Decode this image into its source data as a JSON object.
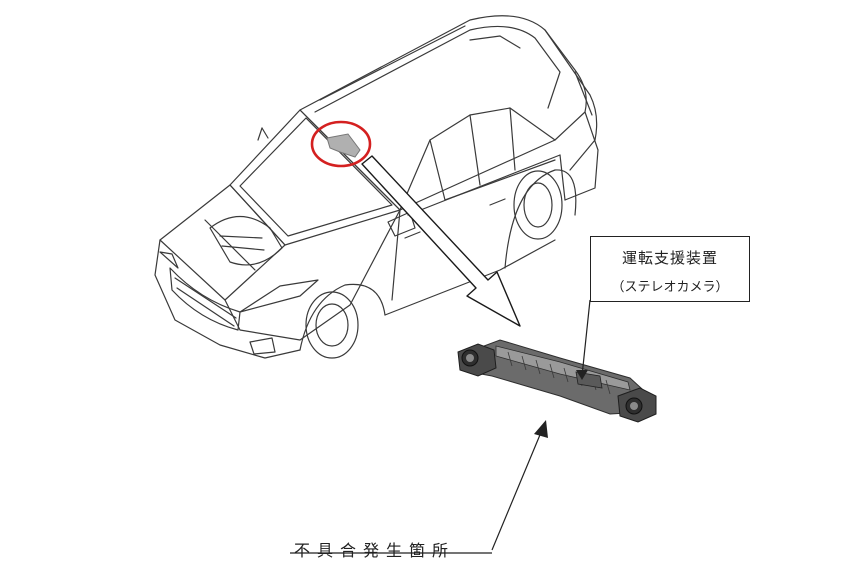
{
  "component_label": {
    "title": "運転支援装置",
    "subtitle": "（ステレオカメラ）"
  },
  "defect_label": "不具合発生箇所",
  "colors": {
    "line": "#3a3a3a",
    "highlight": "#d42020",
    "camera_body": "#6b6b6b",
    "camera_dark": "#2e2e2e"
  }
}
